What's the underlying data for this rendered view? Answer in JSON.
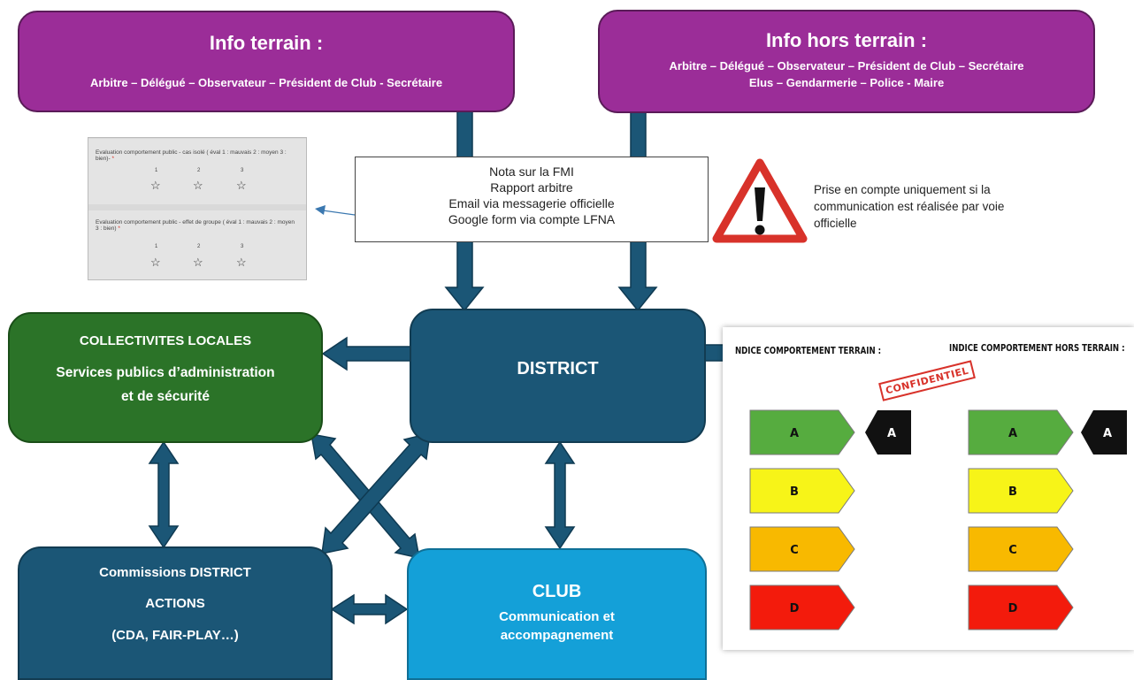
{
  "boxes": {
    "info_terrain": {
      "title": "Info terrain :",
      "line1": "Arbitre – Délégué – Observateur – Président de Club - Secrétaire"
    },
    "info_hors_terrain": {
      "title": "Info hors terrain :",
      "line1": "Arbitre – Délégué – Observateur – Président de Club – Secrétaire",
      "line2": "Elus – Gendarmerie – Police - Maire"
    },
    "collectivites": {
      "line1": "COLLECTIVITES LOCALES",
      "line2": "Services publics d’administration",
      "line3": "et de sécurité"
    },
    "district": {
      "label": "DISTRICT"
    },
    "commissions": {
      "line1": "Commissions DISTRICT",
      "line2": "ACTIONS",
      "line3": "(CDA, FAIR-PLAY…)"
    },
    "club": {
      "title": "CLUB",
      "line1": "Communication et",
      "line2": "accompagnement"
    }
  },
  "note": {
    "lines": [
      "Nota sur la FMI",
      "Rapport arbitre",
      "Email via messagerie officielle",
      "Google form via compte LFNA"
    ]
  },
  "warning": {
    "text": "Prise en compte uniquement si la communication est réalisée par voie officielle"
  },
  "form": {
    "q1": "Evaluation comportement public - cas isolé ( éval 1 : mauvais 2 : moyen 3 : bien)-",
    "q2": "Evaluation comportement public - effet de groupe ( éval 1 : mauvais 2 : moyen 3 : bien)",
    "required_mark": "*",
    "scale": [
      "1",
      "2",
      "3"
    ],
    "star": "☆"
  },
  "panel": {
    "title_terrain": "NDICE COMPORTEMENT TERRAIN :",
    "title_hors_terrain": "INDICE COMPORTEMENT HORS TERRAIN :",
    "stamp": "CONFIDENTIEL",
    "grades": [
      "A",
      "B",
      "C",
      "D"
    ],
    "grade_colors": [
      "#56ac3f",
      "#f7f418",
      "#f8b900",
      "#f31b0c"
    ],
    "selected_terrain": "A",
    "selected_hors_terrain": "A"
  }
}
